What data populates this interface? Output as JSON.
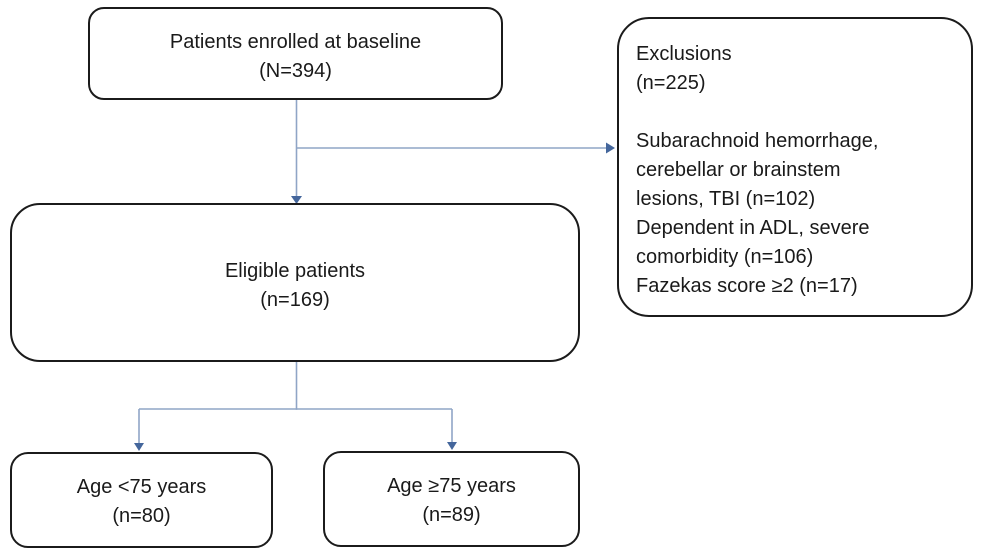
{
  "diagram": {
    "boxes": {
      "enrolled": {
        "line1": "Patients enrolled at baseline",
        "line2": "(N=394)"
      },
      "exclusions": {
        "line1": "Exclusions",
        "line2": "(n=225)",
        "details": [
          "Subarachnoid hemorrhage,",
          "cerebellar or brainstem",
          "lesions, TBI (n=102)",
          "Dependent in ADL, severe",
          "comorbidity (n=106)",
          "Fazekas score ≥2 (n=17)"
        ]
      },
      "eligible": {
        "line1": "Eligible patients",
        "line2": "(n=169)"
      },
      "age_under_75": {
        "line1": "Age <75 years",
        "line2": "(n=80)"
      },
      "age_75_plus": {
        "line1": "Age ≥75 years",
        "line2": "(n=89)"
      }
    },
    "colors": {
      "box_border": "#1b1b1b",
      "box_fill": "#ffffff",
      "connector": "#8fa5c6",
      "arrowhead": "#44669c",
      "text": "#1a1a1a",
      "background": "#ffffff"
    }
  }
}
